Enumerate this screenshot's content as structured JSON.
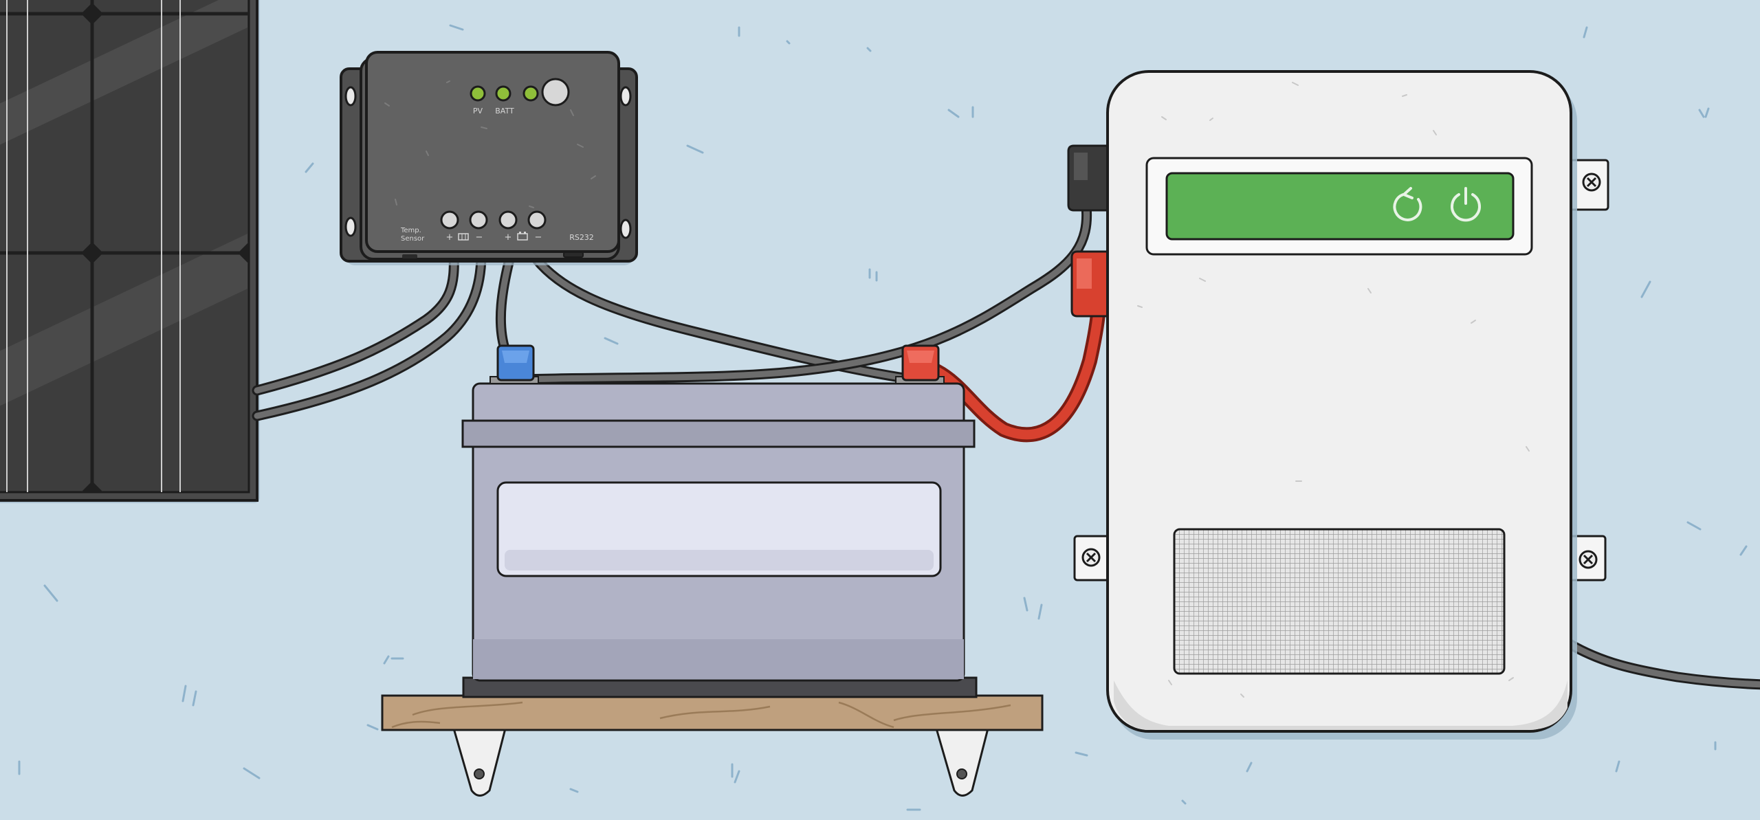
{
  "charge_controller": {
    "indicators": {
      "pv": "PV",
      "batt": "BATT"
    },
    "terminal_labels": {
      "temp_sensor_line1": "Temp.",
      "temp_sensor_line2": "Sensor",
      "solar_plus": "+",
      "solar_minus": "−",
      "battery_plus": "+",
      "battery_minus": "−",
      "rs232": "RS232"
    }
  },
  "inverter": {
    "display_buttons": [
      "refresh-icon",
      "power-icon"
    ]
  },
  "colors": {
    "background": "#cbdde8",
    "panel_dark": "#3d3d3d",
    "controller_body": "#616161",
    "led_green": "#8fbf3a",
    "battery_body": "#b1b3c6",
    "terminal_positive": "#e04a3a",
    "terminal_negative": "#4a86d8",
    "inverter_body": "#f0f0f0",
    "display_green": "#5cb155",
    "shelf_wood": "#bfa07e",
    "cable": "#555555",
    "cable_red": "#d8412f"
  }
}
